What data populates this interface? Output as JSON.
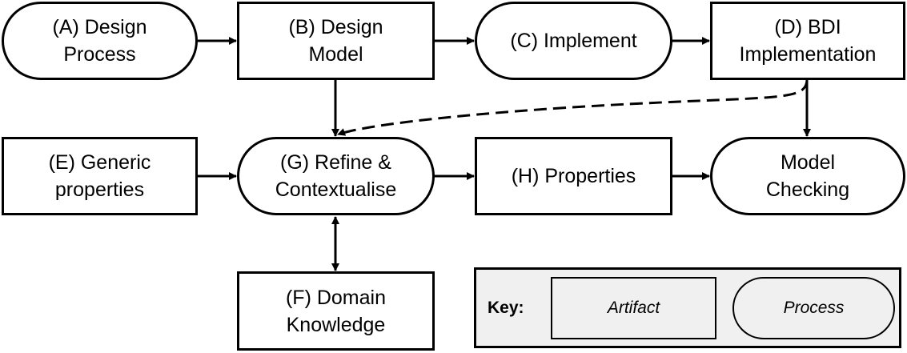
{
  "nodes": {
    "A": {
      "label": "(A) Design\nProcess",
      "kind": "process"
    },
    "B": {
      "label": "(B) Design\nModel",
      "kind": "artifact"
    },
    "C": {
      "label": "(C) Implement",
      "kind": "process"
    },
    "D": {
      "label": "(D) BDI\nImplementation",
      "kind": "artifact"
    },
    "E": {
      "label": "(E) Generic\nproperties",
      "kind": "artifact"
    },
    "G": {
      "label": "(G) Refine &\nContextualise",
      "kind": "process"
    },
    "H": {
      "label": "(H) Properties",
      "kind": "artifact"
    },
    "MC": {
      "label": "Model\nChecking",
      "kind": "process"
    },
    "F": {
      "label": "(F) Domain\nKnowledge",
      "kind": "artifact"
    }
  },
  "edges": [
    {
      "from": "A",
      "to": "B",
      "style": "solid"
    },
    {
      "from": "B",
      "to": "C",
      "style": "solid"
    },
    {
      "from": "C",
      "to": "D",
      "style": "solid"
    },
    {
      "from": "B",
      "to": "G",
      "style": "solid"
    },
    {
      "from": "D",
      "to": "G",
      "style": "dashed"
    },
    {
      "from": "D",
      "to": "MC",
      "style": "solid"
    },
    {
      "from": "E",
      "to": "G",
      "style": "solid"
    },
    {
      "from": "G",
      "to": "H",
      "style": "solid"
    },
    {
      "from": "H",
      "to": "MC",
      "style": "solid"
    },
    {
      "from": "G",
      "to": "F",
      "style": "solid",
      "bidirectional": true
    }
  ],
  "key": {
    "title": "Key:",
    "artifact_label": "Artifact",
    "process_label": "Process"
  }
}
